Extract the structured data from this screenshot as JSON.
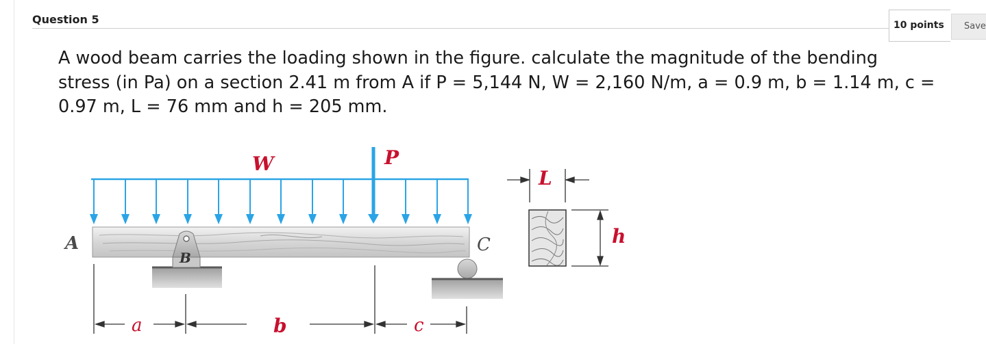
{
  "question": {
    "title": "Question 5",
    "points": "10 points",
    "save_label": "Save",
    "lines": [
      "A wood beam carries the loading shown in the figure. calculate the magnitude of the bending",
      "stress (in Pa) on a section 2.41 m from A if P = 5,144 N, W = 2,160 N/m, a = 0.9 m, b = 1.14 m, c =",
      "0.97 m, L = 76 mm and h = 205 mm."
    ]
  },
  "figure": {
    "labels": {
      "W": "W",
      "P": "P",
      "A": "A",
      "B": "B",
      "C": "C",
      "a": "a",
      "b": "b",
      "c": "c",
      "L": "L",
      "h": "h"
    },
    "colors": {
      "load": "#2aa4e6",
      "label_red": "#c8102e",
      "beam": "#d9d9d9",
      "support": "#bdbdbd"
    }
  }
}
